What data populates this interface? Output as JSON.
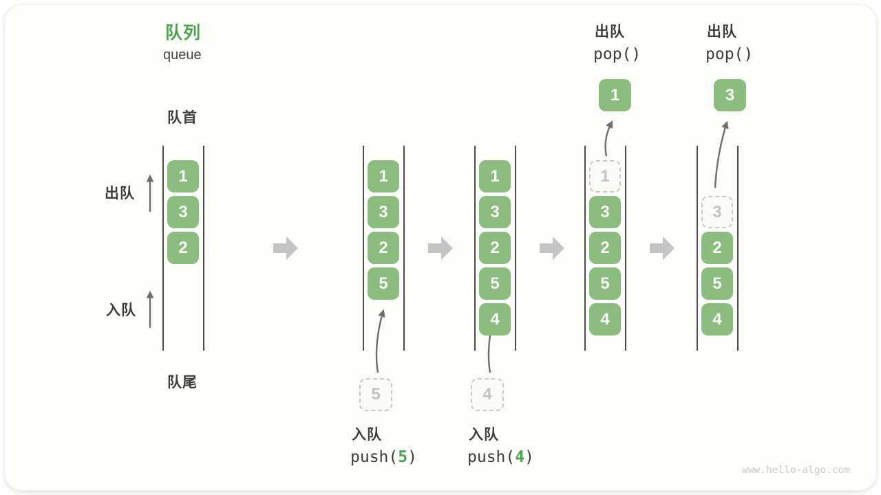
{
  "title": {
    "zh": "队列",
    "en": "queue"
  },
  "labels": {
    "front": "队首",
    "rear": "队尾",
    "dequeue": "出队",
    "enqueue": "入队"
  },
  "states": [
    {
      "cells": [
        {
          "value": "1"
        },
        {
          "value": "3"
        },
        {
          "value": "2"
        }
      ]
    },
    {
      "cells": [
        {
          "value": "1"
        },
        {
          "value": "3"
        },
        {
          "value": "2"
        },
        {
          "value": "5"
        }
      ],
      "incoming": "5"
    },
    {
      "cells": [
        {
          "value": "1"
        },
        {
          "value": "3"
        },
        {
          "value": "2"
        },
        {
          "value": "5"
        },
        {
          "value": "4"
        }
      ],
      "incoming": "4"
    },
    {
      "cells": [
        {
          "value": "1",
          "dashed": true
        },
        {
          "value": "3"
        },
        {
          "value": "2"
        },
        {
          "value": "5"
        },
        {
          "value": "4"
        }
      ],
      "popped": "1"
    },
    {
      "cells": [
        {
          "value": "3",
          "dashed": true
        },
        {
          "value": "2"
        },
        {
          "value": "5"
        },
        {
          "value": "4"
        }
      ],
      "popped": "3"
    }
  ],
  "operations": {
    "push5": {
      "zh": "入队",
      "fn": "push(",
      "arg": "5",
      "close": ")"
    },
    "push4": {
      "zh": "入队",
      "fn": "push(",
      "arg": "4",
      "close": ")"
    },
    "pop1": {
      "zh": "出队",
      "code": "pop()"
    },
    "pop2": {
      "zh": "出队",
      "code": "pop()"
    }
  },
  "watermark": "www.hello-algo.com",
  "colors": {
    "box_green": "#8dbc80",
    "title_green": "#4da14d",
    "code_arg_green": "#4fa34f",
    "dark_text": "#3d3d3d",
    "column_line": "#4b4b4b",
    "curve_arrow_gray": "#6e6e6e",
    "block_arrow_gray": "#c5c5c5",
    "dashed_border": "#c9c9c9",
    "dashed_text": "#c3c3c3",
    "watermark_gray": "#cbcbcb",
    "card_background": "#fcfcfa"
  }
}
